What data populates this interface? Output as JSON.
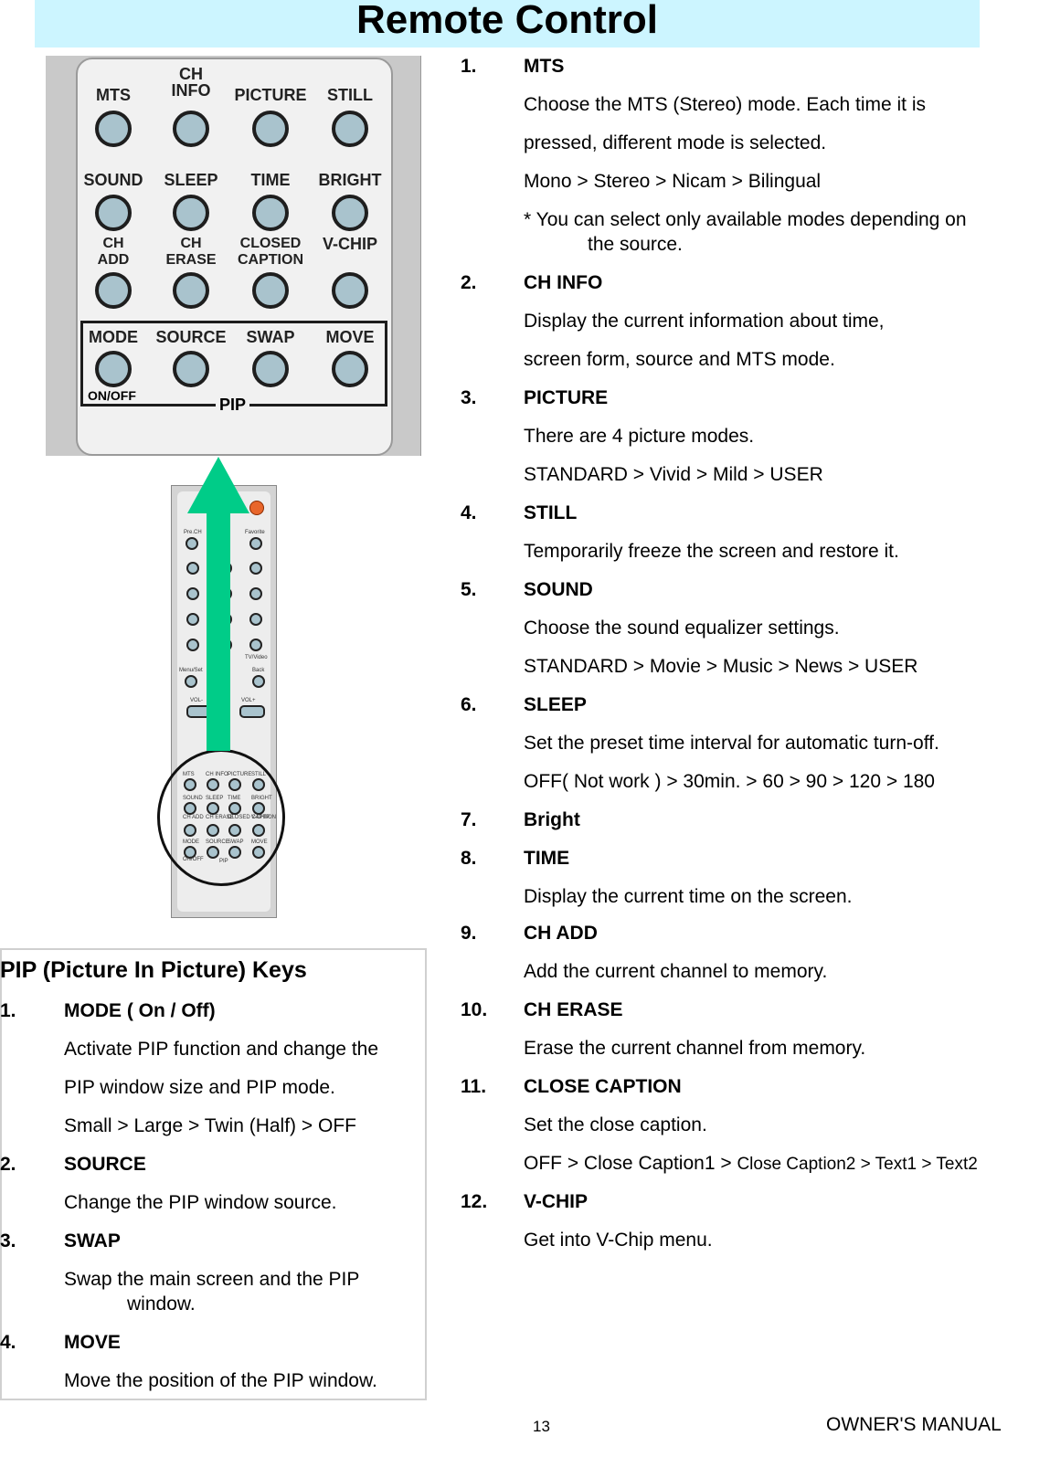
{
  "title": "Remote Control",
  "zoom_panel": {
    "rows": [
      [
        {
          "label": "MTS"
        },
        {
          "label": "CH\nINFO"
        },
        {
          "label": "PICTURE"
        },
        {
          "label": "STILL"
        }
      ],
      [
        {
          "label": "SOUND"
        },
        {
          "label": "SLEEP"
        },
        {
          "label": "TIME"
        },
        {
          "label": "BRIGHT"
        }
      ],
      [
        {
          "label": "CH\nADD"
        },
        {
          "label": "CH\nERASE"
        },
        {
          "label": "CLOSED\nCAPTION"
        },
        {
          "label": "V-CHIP"
        }
      ],
      [
        {
          "label": "MODE"
        },
        {
          "label": "SOURCE"
        },
        {
          "label": "SWAP"
        },
        {
          "label": "MOVE"
        }
      ]
    ],
    "on_off": "ON/OFF",
    "pip": "PIP"
  },
  "remote": {
    "labels": [
      "Pre.CH",
      "Favorite",
      "TV/Video",
      "Menu/Set",
      "Back",
      "VOL-",
      "VOL+",
      "MTS",
      "CH INFO",
      "PICTURE",
      "STILL",
      "SOUND",
      "SLEEP",
      "TIME",
      "BRIGHT",
      "CH ADD",
      "CH ERASE",
      "CLOSED CAPTION",
      "V-CHIP",
      "MODE",
      "SOURCE",
      "SWAP",
      "MOVE",
      "ON/OFF",
      "PIP"
    ]
  },
  "entries": [
    {
      "num": "1.",
      "head": "MTS",
      "lines": [
        "Choose the MTS (Stereo) mode. Each time it is",
        "pressed, different mode is selected.",
        "Mono > Stereo > Nicam > Bilingual",
        "* You can select only available modes depending on"
      ],
      "indent_lines": [
        "the source."
      ]
    },
    {
      "num": "2.",
      "head": "CH INFO",
      "lines": [
        "Display the current information about time,",
        "screen form, source and MTS mode."
      ]
    },
    {
      "num": "3.",
      "head": "PICTURE",
      "lines": [
        "There are 4 picture modes.",
        "STANDARD > Vivid > Mild > USER"
      ]
    },
    {
      "num": "4.",
      "head": "STILL",
      "lines": [
        "Temporarily freeze the screen and restore it."
      ]
    },
    {
      "num": "5.",
      "head": "SOUND",
      "lines": [
        "Choose the sound equalizer settings.",
        "STANDARD > Movie > Music > News > USER"
      ]
    },
    {
      "num": "6.",
      "head": "SLEEP",
      "lines": [
        "Set the preset time interval for automatic turn-off.",
        "OFF( Not work ) > 30min. > 60 > 90 > 120 > 180"
      ]
    },
    {
      "num": "7.",
      "head": "Bright",
      "lines": []
    },
    {
      "num": "8.",
      "head": "TIME",
      "lines": [
        "Display the current time on the screen."
      ]
    },
    {
      "num": "9.",
      "head": "CH ADD",
      "lines": [
        "Add the current channel to memory."
      ]
    },
    {
      "num": "10.",
      "head": "CH ERASE",
      "lines": [
        "Erase the current channel from memory."
      ]
    },
    {
      "num": "11.",
      "head": "CLOSE CAPTION",
      "lines": [
        "Set the close caption."
      ],
      "mixed_line": {
        "a": "OFF > Close Caption1 > ",
        "b": "Close Caption2 > Text1 > Text2"
      }
    },
    {
      "num": "12.",
      "head": "V-CHIP",
      "lines": [
        "Get into V-Chip menu."
      ]
    }
  ],
  "pip_section": {
    "title": "PIP (Picture In Picture) Keys",
    "items": [
      {
        "num": "1.",
        "head": "MODE ( On / Off)",
        "lines": [
          "Activate PIP function and change the",
          "PIP window size and PIP mode.",
          "Small > Large > Twin (Half) > OFF"
        ]
      },
      {
        "num": "2.",
        "head": "SOURCE",
        "lines": [
          "Change the PIP window source."
        ]
      },
      {
        "num": "3.",
        "head": "SWAP",
        "lines": [
          "Swap the main screen and the PIP"
        ],
        "indent_lines": [
          "window."
        ]
      },
      {
        "num": "4.",
        "head": "MOVE",
        "lines": [
          "Move the position of the PIP window."
        ]
      }
    ]
  },
  "footer": {
    "page": "13",
    "manual": "OWNER'S MANUAL"
  },
  "colors": {
    "title_bg": "#ccf5ff",
    "arrow": "#00cc88",
    "button": "#a9c3cd"
  }
}
